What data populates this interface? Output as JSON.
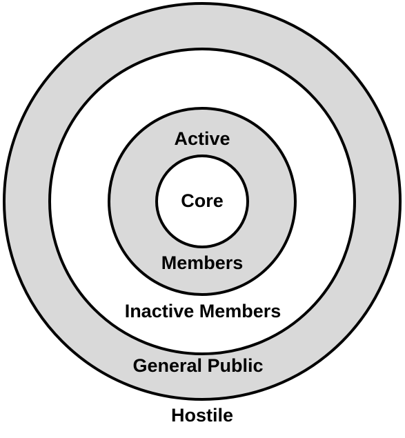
{
  "colors": {
    "gray_ring": "#d9d9d9",
    "white_ring": "#ffffff",
    "outline": "#000000"
  },
  "labels": {
    "active": "Active",
    "core": "Core",
    "members": "Members",
    "inactive_members": "Inactive Members",
    "general_public": "General Public",
    "hostile": "Hostile"
  }
}
